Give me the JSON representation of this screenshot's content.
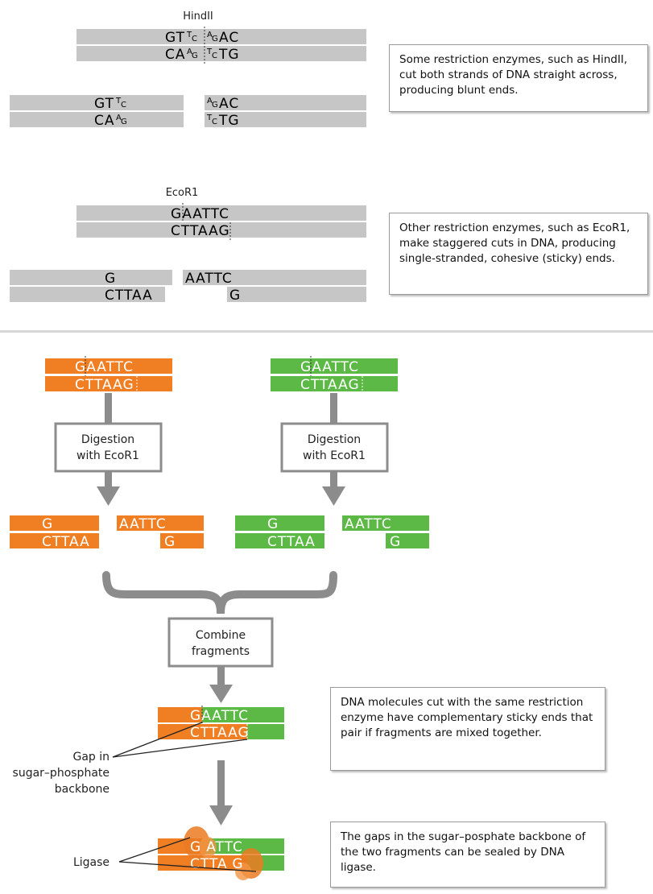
{
  "hindii": {
    "enzyme_label": "HindII",
    "top_strand": {
      "a": "GT",
      "b": "T",
      "c": "C",
      "d": "A",
      "e": "G",
      "f": "AC"
    },
    "bottom_strand": {
      "a": "CA",
      "b": "A",
      "c": "G",
      "d": "T",
      "e": "C",
      "f": "TG"
    },
    "note": "Some restriction enzymes, such as HindII, cut both strands of DNA straight across, producing blunt ends."
  },
  "ecor1": {
    "enzyme_label": "EcoR1",
    "top_left": "G",
    "top_right": "AATTC",
    "bottom_left": "CTTAA",
    "bottom_right": "G",
    "note": "Other restriction enzymes, such as EcoR1, make staggered cuts in DNA, producing single-stranded, cohesive (sticky) ends."
  },
  "workflow": {
    "digestion_label_line1": "Digestion",
    "digestion_label_line2": "with EcoR1",
    "combine_label_line1": "Combine",
    "combine_label_line2": "fragments",
    "gap_label_line1": "Gap in",
    "gap_label_line2": "sugar–phosphate",
    "gap_label_line3": "backbone",
    "ligase_label": "Ligase",
    "combined_top": "AATTC",
    "combined_bottom": "CTTAA",
    "combined_top_left": "G",
    "combined_bottom_right": "G",
    "ligated_top": "ATTC",
    "ligated_bottom": "CTTA",
    "note_pairing": "DNA molecules cut with the same restriction enzyme have complementary sticky ends that pair if fragments are mixed together.",
    "note_ligase": "The gaps in the sugar–posphate backbone of the two fragments can be sealed by DNA ligase."
  },
  "colors": {
    "strand_gray": "#c6c6c6",
    "orange": "#f07f24",
    "green": "#5cb946",
    "arrow_gray": "#8c8c8c",
    "divider": "#d7d7d7"
  }
}
